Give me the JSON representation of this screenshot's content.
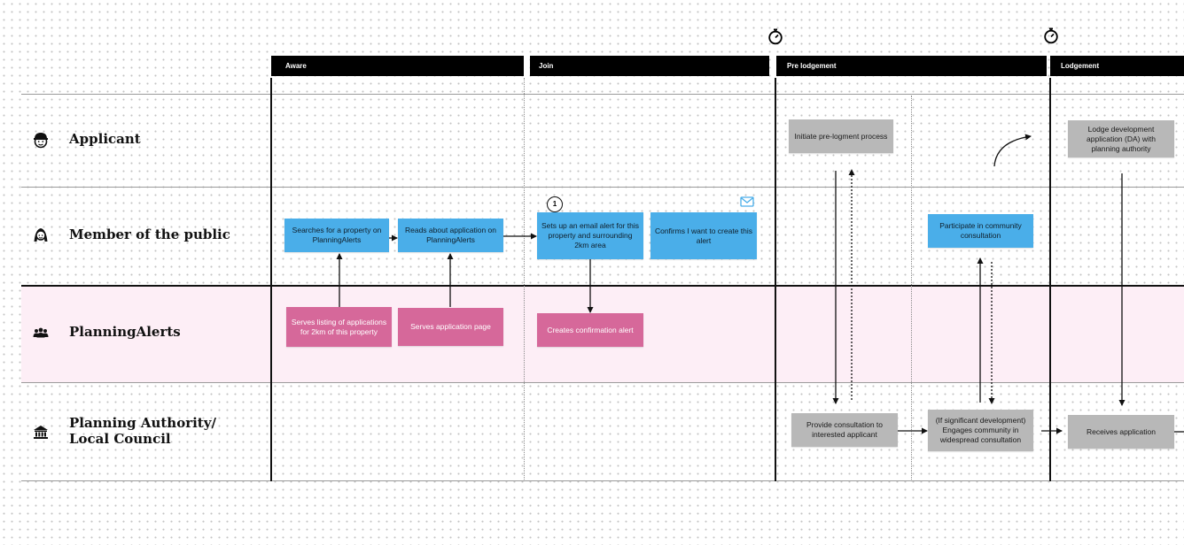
{
  "phases": [
    "Aware",
    "Join",
    "Pre lodgement",
    "Lodgement"
  ],
  "lanes": [
    "Applicant",
    "Member of the public",
    "PlanningAlerts",
    "Planning Authority/\nLocal Council"
  ],
  "cards": {
    "searches_property": "Searches for a property on PlanningAlerts",
    "reads_application": "Reads about application on PlanningAlerts",
    "sets_up_alert": "Sets up an email alert for this property and surrounding 2km area",
    "confirms_alert": "Confirms I want to create this alert",
    "serves_listing": "Serves listing of applications for 2km of this property",
    "serves_application_page": "Serves application page",
    "creates_confirmation": "Creates confirmation alert",
    "initiate_prelodgment": "Initiate pre-logment process",
    "participate_consultation": "Participate in community consultation",
    "provide_consultation": "Provide consultation to interested applicant",
    "engages_community": "(If significant development) Engages community in widespread consultation",
    "lodge_development": "Lodge development application (DA) with planning authority",
    "receives_application": "Receives application"
  },
  "step_marker": "1",
  "icons": {
    "applicant": "applicant-face-icon",
    "member": "person-icon",
    "planningalerts": "group-icon",
    "council": "building-icon",
    "timer": "stopwatch-icon",
    "email": "envelope-icon"
  },
  "colors": {
    "user_action": "#4aaee9",
    "system_action": "#d6689a",
    "authority_action": "#b8b8b8",
    "planningalerts_lane": "#fdeef6"
  }
}
